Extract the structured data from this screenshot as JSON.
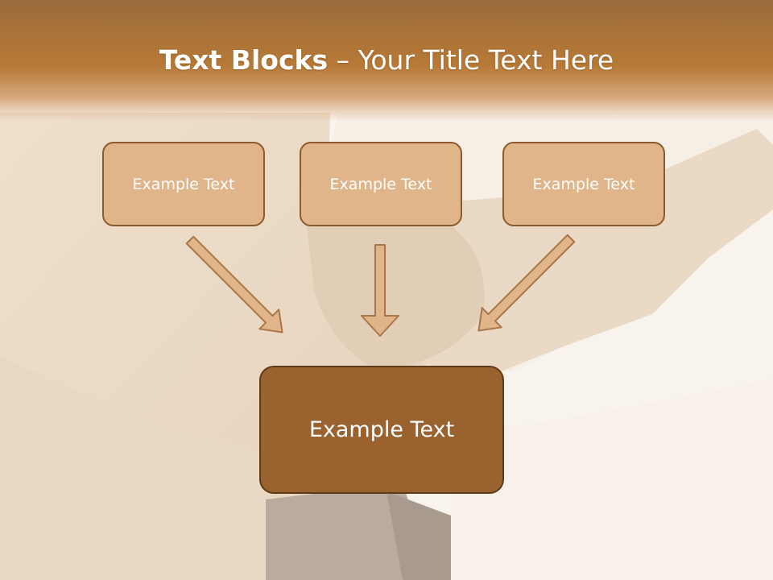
{
  "title": {
    "bold": "Text Blocks",
    "separator": " – ",
    "rest": "Your Title Text Here"
  },
  "blocks": [
    {
      "label": "Example Text"
    },
    {
      "label": "Example Text"
    },
    {
      "label": "Example Text"
    }
  ],
  "result_block": {
    "label": "Example Text"
  },
  "colors": {
    "header": "#b87a36",
    "small_box_fill": "#dfb589",
    "small_box_border": "#8c5a2c",
    "big_box_fill": "#99622f",
    "big_box_border": "#5e3a19",
    "arrow_fill": "#dfb589",
    "arrow_stroke": "#a8764a"
  }
}
